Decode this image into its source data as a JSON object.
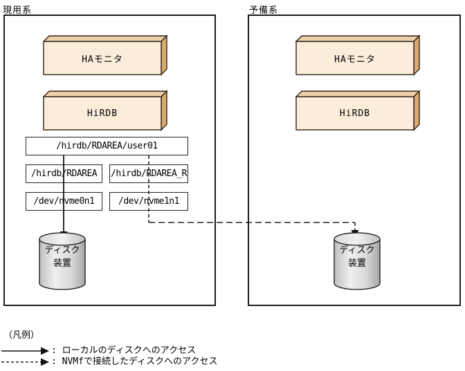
{
  "active": {
    "label": "現用系",
    "ha_monitor": "HAモニタ",
    "hirdb": "HiRDB",
    "rdarea_file": "/hirdb/RDAREA/user01",
    "mount_dir_local": "/hirdb/RDAREA",
    "mount_dir_remote": "/hirdb/RDAREA_R",
    "device_local": "/dev/nvme0n1",
    "device_remote": "/dev/nvme1n1",
    "disk_line1": "ディスク",
    "disk_line2": "装置"
  },
  "standby": {
    "label": "予備系",
    "ha_monitor": "HAモニタ",
    "hirdb": "HiRDB",
    "disk_line1": "ディスク",
    "disk_line2": "装置"
  },
  "legend": {
    "title": "（凡例）",
    "items": [
      {
        "style": "solid-arrow",
        "label": ": ローカルのディスクへのアクセス"
      },
      {
        "style": "dashed-arrow",
        "label": ": NVMfで接続したディスクへのアクセス"
      }
    ]
  },
  "colors": {
    "box_front": "#FBEDDA",
    "box_top": "#EFD0A9",
    "box_side": "#D9A96E",
    "line": "#111111",
    "cylinder_light": "#F0F0F0",
    "cylinder_dark": "#A6A6A6",
    "background": "#FFFFFF"
  }
}
